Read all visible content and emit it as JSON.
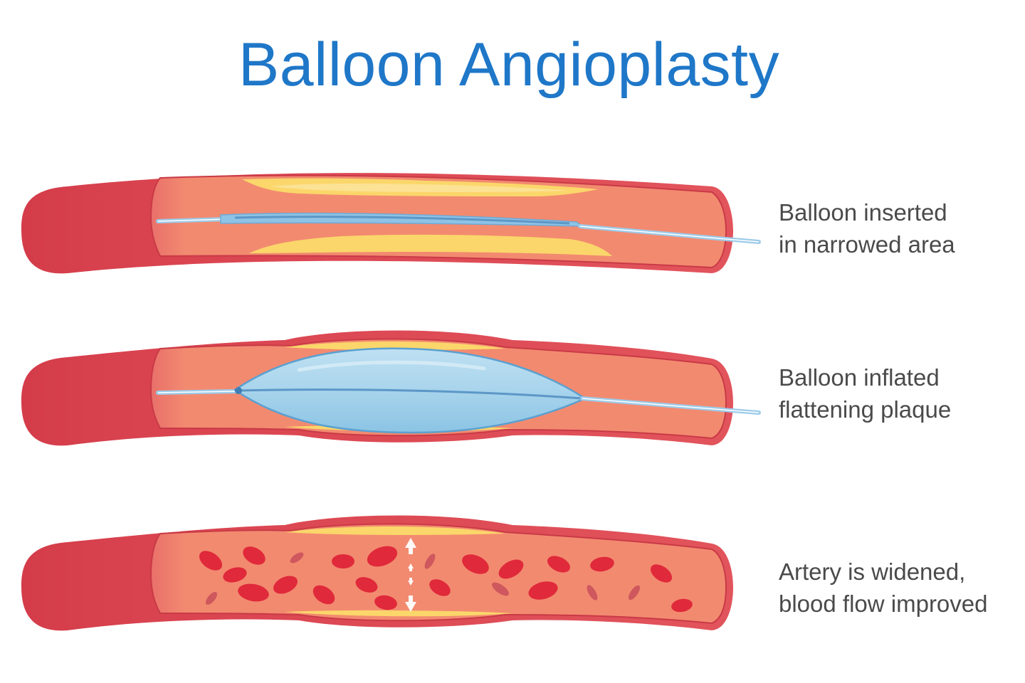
{
  "title": "Balloon Angioplasty",
  "colors": {
    "title": "#1f77c8",
    "artery_wall": "#d9434f",
    "artery_lumen": "#f28a70",
    "plaque": "#fbd66a",
    "balloon": "#a8d4ec",
    "catheter": "#8fc3e6",
    "blood_cell": "#e0293a",
    "caption": "#4a4a4a"
  },
  "stages": [
    {
      "name": "balloon-inserted",
      "caption_lines": [
        "Balloon inserted",
        "in narrowed area"
      ]
    },
    {
      "name": "balloon-inflated",
      "caption_lines": [
        "Balloon inflated",
        "flattening plaque"
      ]
    },
    {
      "name": "artery-widened",
      "caption_lines": [
        "Artery is widened,",
        "blood flow improved"
      ]
    }
  ]
}
